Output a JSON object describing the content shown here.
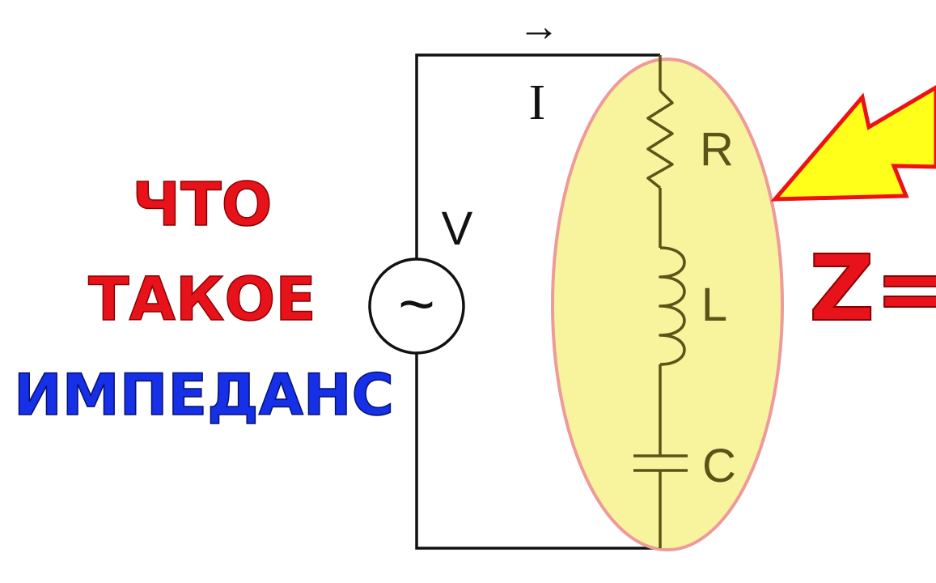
{
  "title": {
    "line1": "ЧТО",
    "line2": "ТАКОЕ",
    "line3": "ИМПЕДАНС"
  },
  "circuit": {
    "source_label": "V",
    "source_symbol": "~",
    "current_label": "I",
    "current_arrow": "→",
    "resistor_label": "R",
    "inductor_label": "L",
    "capacitor_label": "C"
  },
  "formula": {
    "text": "Z="
  },
  "colors": {
    "title_red": "#e8121b",
    "title_blue": "#1530e6",
    "component": "#5a5418",
    "ellipse_fill": "#f8f49e",
    "ellipse_stroke": "#ef9a9a",
    "arrow_fill": "#ffff1a",
    "arrow_stroke": "#ee1111"
  }
}
